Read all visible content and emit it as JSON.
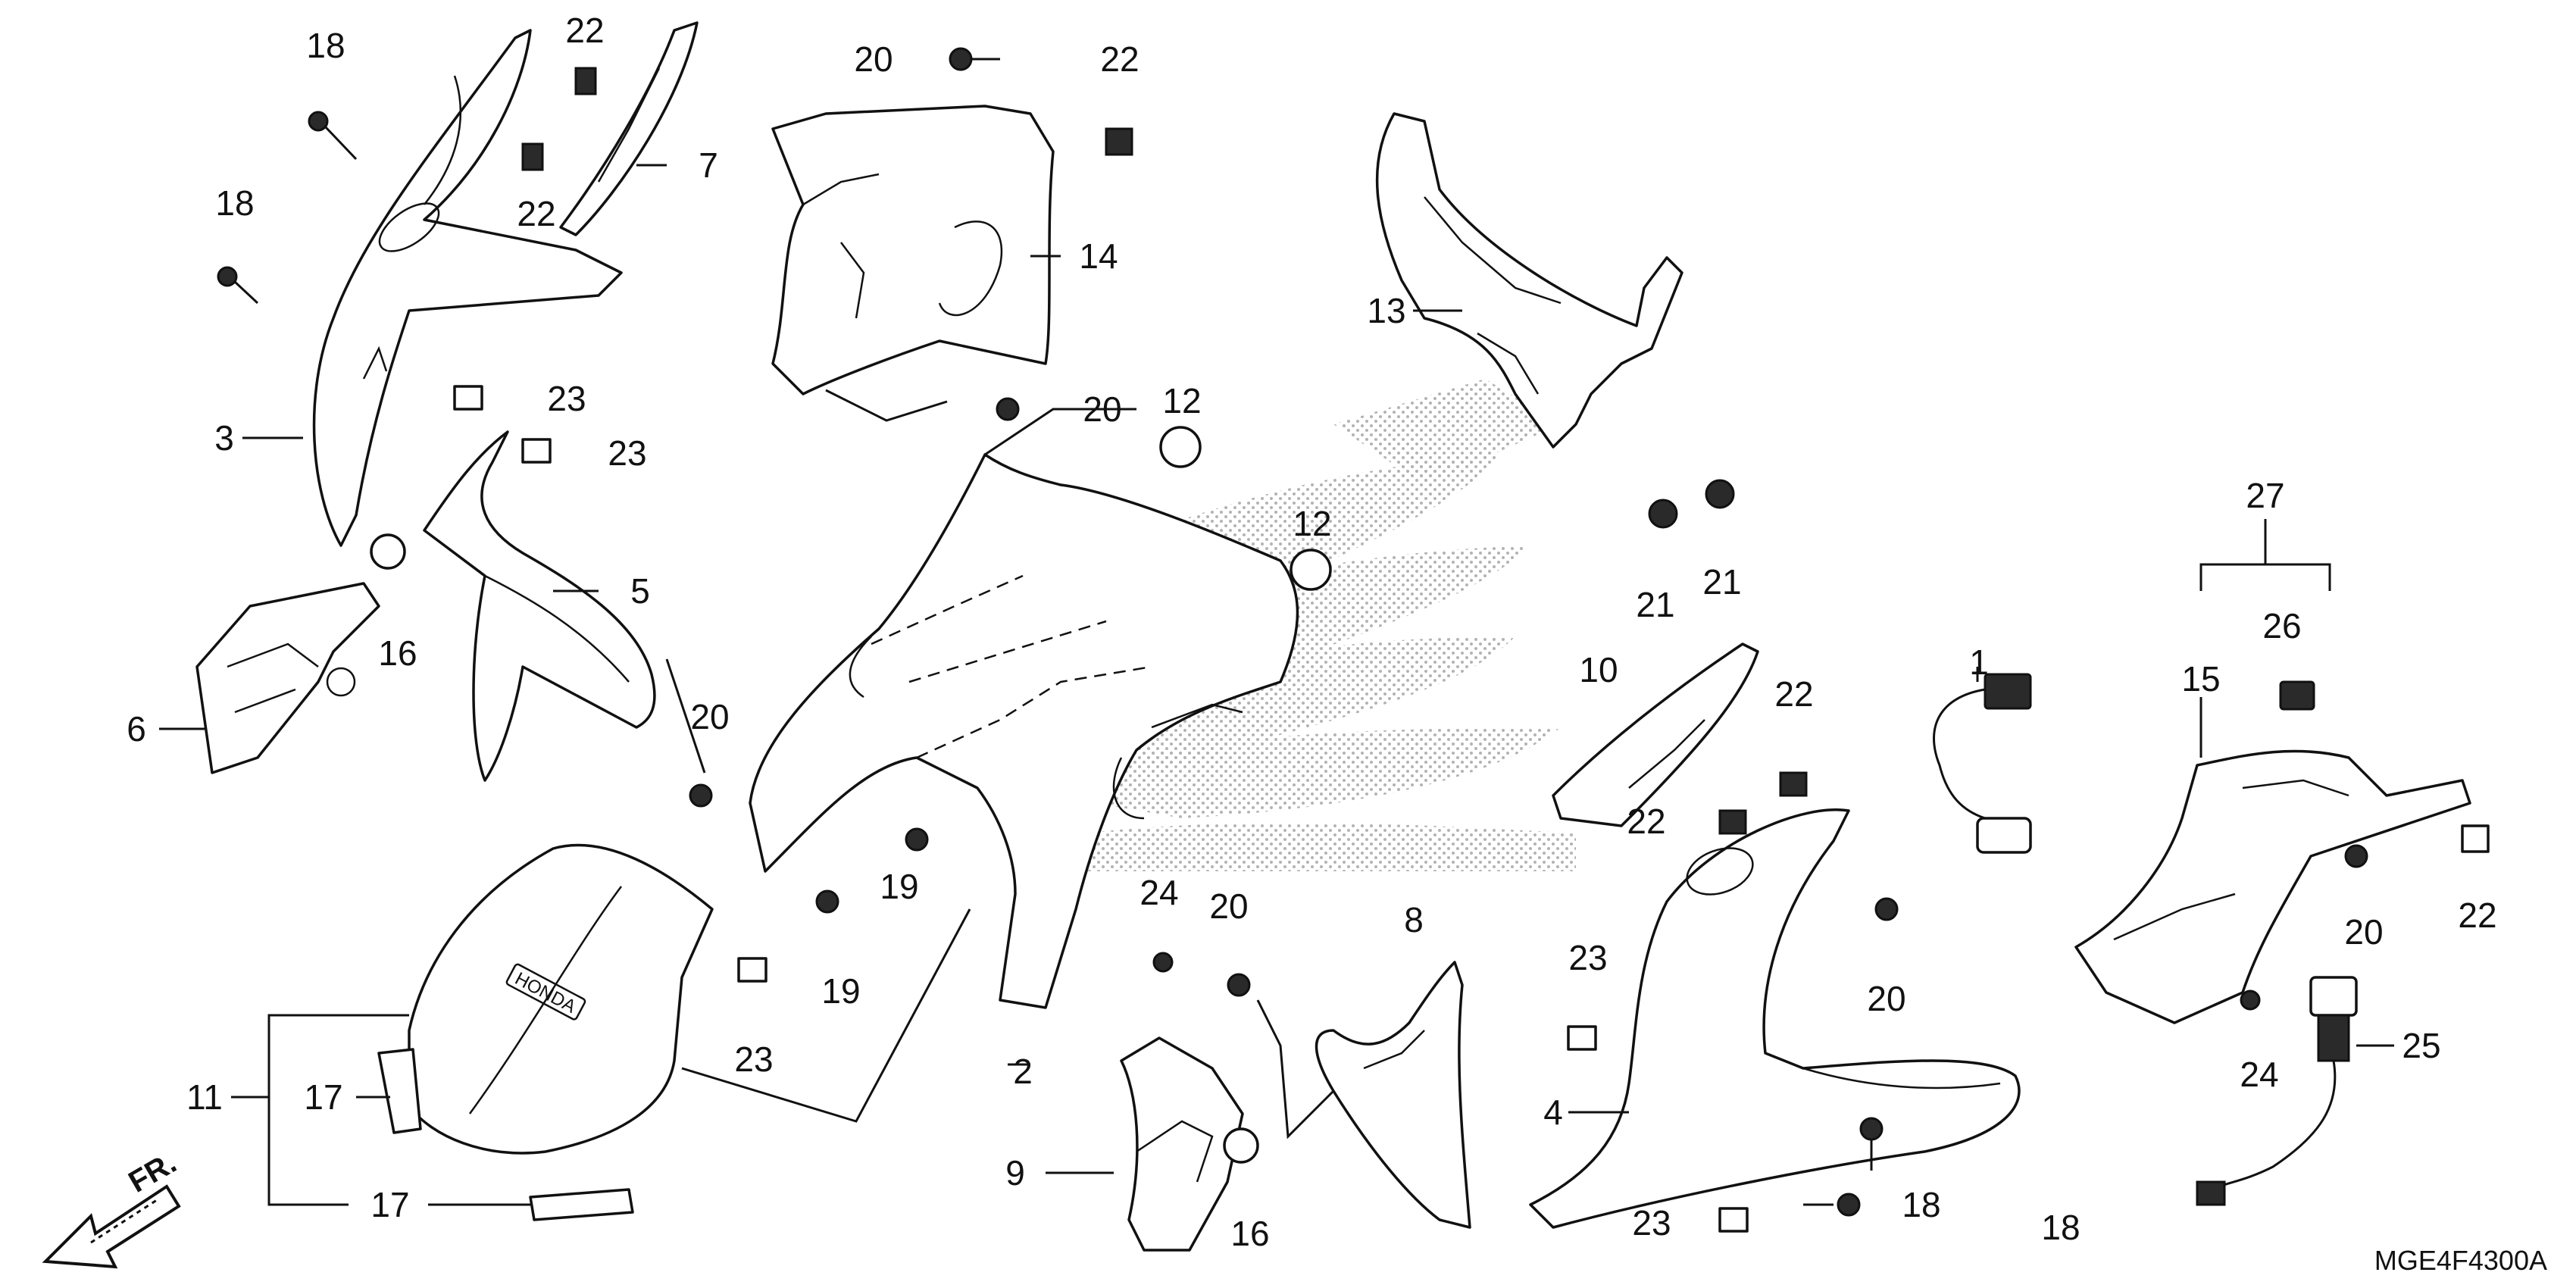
{
  "diagram": {
    "drawing_code": "MGE4F4300A",
    "direction_label": "FR.",
    "brand_mark": "HONDA",
    "colors": {
      "ink": "#111111",
      "background": "#ffffff",
      "watermark": "#c8c8c8"
    },
    "callouts": {
      "c1": "1",
      "c2": "2",
      "c3": "3",
      "c4": "4",
      "c5": "5",
      "c6": "6",
      "c7": "7",
      "c8": "8",
      "c9": "9",
      "c10": "10",
      "c11": "11",
      "c12a": "12",
      "c12b": "12",
      "c13": "13",
      "c14": "14",
      "c15": "15",
      "c16a": "16",
      "c16b": "16",
      "c17a": "17",
      "c17b": "17",
      "c18a": "18",
      "c18b": "18",
      "c18c": "18",
      "c18d": "18",
      "c19a": "19",
      "c19b": "19",
      "c20a": "20",
      "c20b": "20",
      "c20c": "20",
      "c20d": "20",
      "c20e": "20",
      "c20f": "20",
      "c21a": "21",
      "c21b": "21",
      "c22a": "22",
      "c22b": "22",
      "c22c": "22",
      "c22d": "22",
      "c22e": "22",
      "c22f": "22",
      "c23a": "23",
      "c23b": "23",
      "c23c": "23",
      "c23d": "23",
      "c23e": "23",
      "c24a": "24",
      "c24b": "24",
      "c25": "25",
      "c26": "26",
      "c27": "27"
    }
  }
}
